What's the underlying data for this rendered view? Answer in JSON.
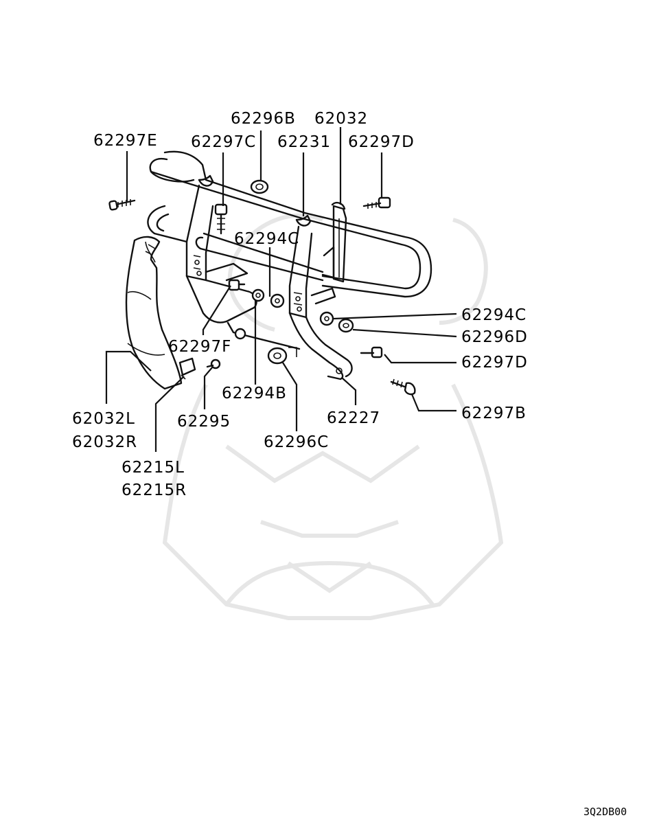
{
  "diagram": {
    "part_labels": [
      "62296B",
      "62032",
      "62297E",
      "62297C",
      "62231",
      "62297D",
      "62294C",
      "62294C",
      "62296D",
      "62297D",
      "62297F",
      "62294B",
      "62032L",
      "62032R",
      "62295",
      "62227",
      "62297B",
      "62296C",
      "62215L",
      "62215R"
    ],
    "drawing_code": "3Q2DB00",
    "watermark_icon": "samurai-helmet-logo-watermark"
  }
}
